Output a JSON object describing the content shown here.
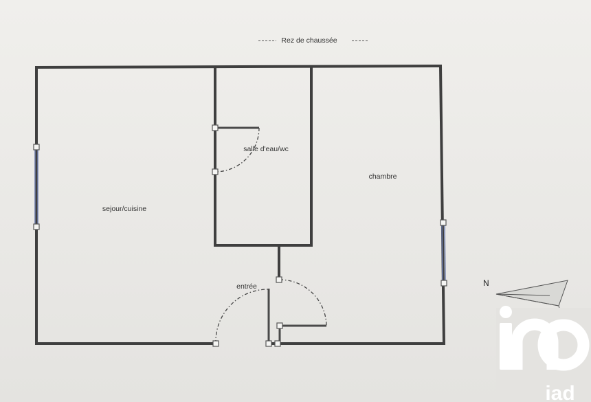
{
  "title": "Rez de chaussée",
  "rooms": {
    "sejour": "sejour/cuisine",
    "salle_eau": "salle d'eau/wc",
    "chambre": "chambre",
    "entree": "entrée"
  },
  "compass": {
    "north_label": "N"
  },
  "logo": {
    "text": "iad"
  }
}
